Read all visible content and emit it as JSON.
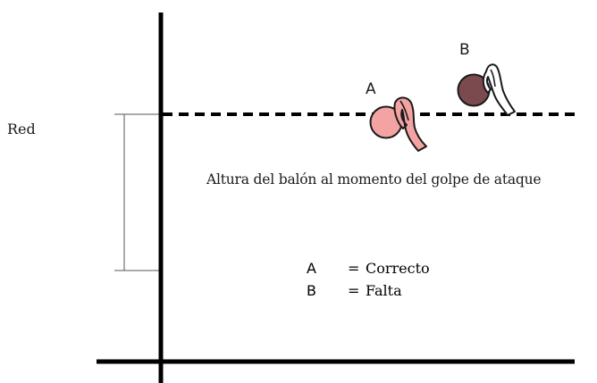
{
  "net_label": "Red",
  "height_caption": "Altura del balón al momento del golpe de ataque",
  "players": [
    {
      "id": "A",
      "label": "A",
      "ball_color": "#f4a3a3",
      "outline_color": "#1a1a1a"
    },
    {
      "id": "B",
      "label": "B",
      "ball_color": "#7a4a4f",
      "outline_color": "#1a1a1a"
    }
  ],
  "legend": [
    {
      "key": "A",
      "equals": "=",
      "meaning": "Correcto"
    },
    {
      "key": "B",
      "equals": "=",
      "meaning": "Falta"
    }
  ],
  "colors": {
    "line": "#000000",
    "thin_line": "#555555",
    "hand_a_fill": "#f4a3a3",
    "hand_b_fill": "#ffffff"
  }
}
